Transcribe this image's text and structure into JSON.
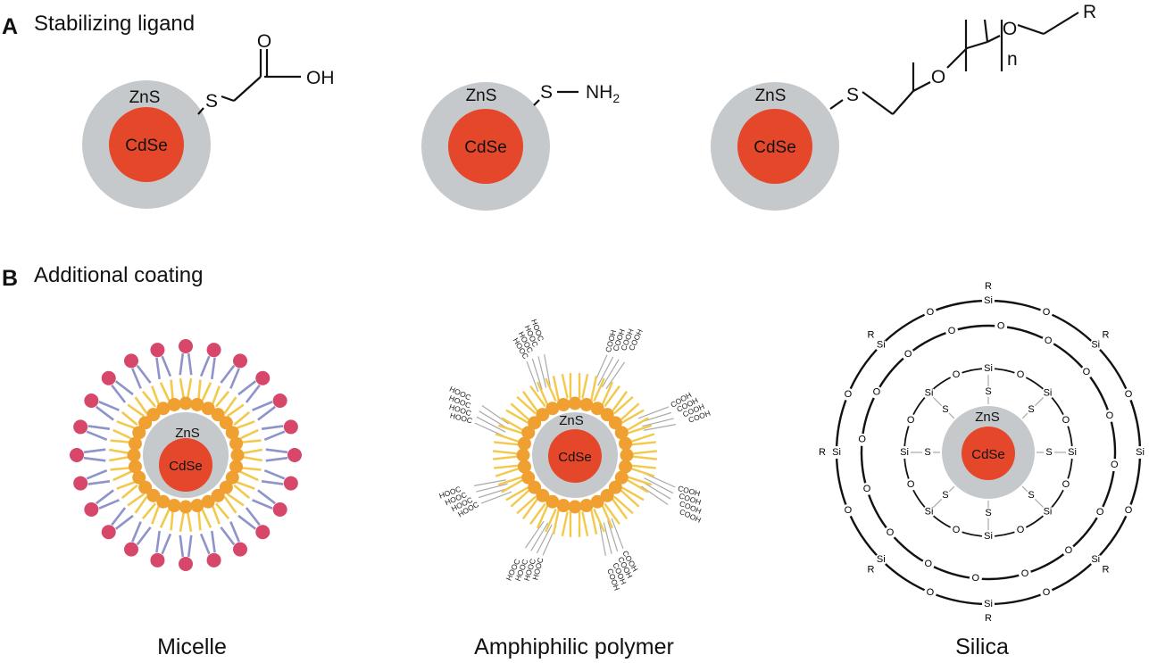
{
  "panel_a": {
    "letter": "A",
    "title": "Stabilizing ligand"
  },
  "panel_b": {
    "letter": "B",
    "title": "Additional coating"
  },
  "core_label": "CdSe",
  "shell_label": "ZnS",
  "ligand1": {
    "S": "S",
    "O": "O",
    "OH": "OH"
  },
  "ligand2": {
    "S": "S",
    "NH2": "NH",
    "sub2": "2"
  },
  "ligand3": {
    "S": "S",
    "O1": "O",
    "O2": "O",
    "n": "n",
    "R": "R"
  },
  "cooh_label": "COOH",
  "hooc_label": "HOOC",
  "silica_atoms": {
    "si": "Si",
    "o": "O",
    "s": "S",
    "r": "R"
  },
  "captions": {
    "micelle": "Micelle",
    "polymer": "Amphiphilic polymer",
    "silica": "Silica"
  },
  "colors": {
    "core": "#e5472b",
    "shell": "#c5c9cc",
    "ligand_dot": "#f0a030",
    "tail": "#f2c94c",
    "head": "#d64769",
    "lipid": "#8e93c9",
    "chain": "#aaaaaa"
  }
}
